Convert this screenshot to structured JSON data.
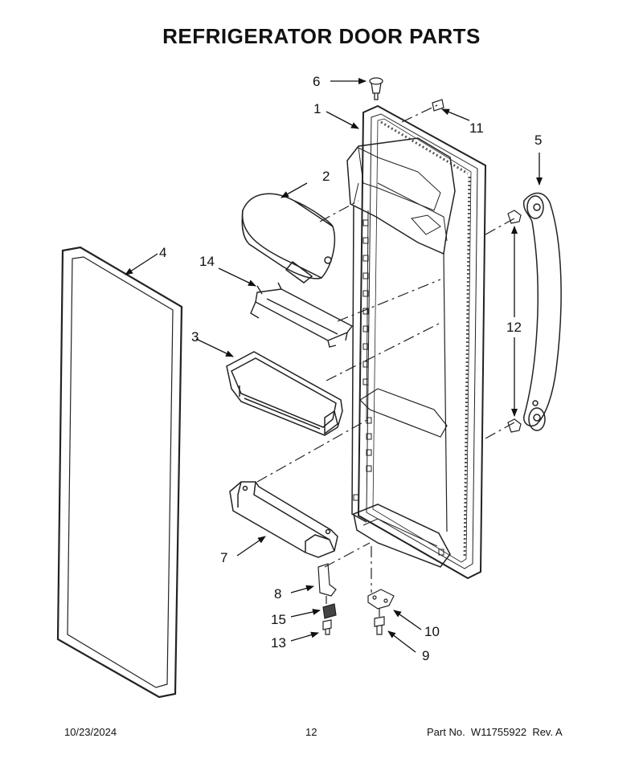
{
  "title": "REFRIGERATOR DOOR PARTS",
  "callouts": [
    "1",
    "2",
    "3",
    "4",
    "5",
    "6",
    "7",
    "8",
    "9",
    "10",
    "11",
    "12",
    "13",
    "14",
    "15"
  ],
  "footer": {
    "date": "10/23/2024",
    "page": "12",
    "part_label": "Part No.",
    "part_number": "W11755922",
    "revision": "Rev. A"
  }
}
